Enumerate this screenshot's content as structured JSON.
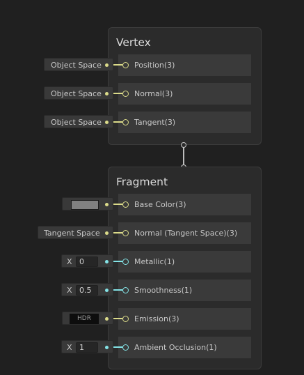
{
  "vertex": {
    "title": "Vertex",
    "slots": [
      {
        "label": "Position(3)",
        "input": "Object Space"
      },
      {
        "label": "Normal(3)",
        "input": "Object Space"
      },
      {
        "label": "Tangent(3)",
        "input": "Object Space"
      }
    ]
  },
  "fragment": {
    "title": "Fragment",
    "slots": [
      {
        "label": "Base Color(3)",
        "input_type": "color",
        "color": "#808080"
      },
      {
        "label": "Normal (Tangent Space)(3)",
        "input": "Tangent Space"
      },
      {
        "label": "Metallic(1)",
        "axis": "X",
        "value": "0"
      },
      {
        "label": "Smoothness(1)",
        "axis": "X",
        "value": "0.5"
      },
      {
        "label": "Emission(3)",
        "hdr": "HDR"
      },
      {
        "label": "Ambient Occlusion(1)",
        "axis": "X",
        "value": "1"
      }
    ]
  },
  "colors": {
    "vector_port": "#dbdb8a",
    "float_port": "#84e4e7",
    "background": "#202020",
    "block": "#2b2b2b"
  }
}
